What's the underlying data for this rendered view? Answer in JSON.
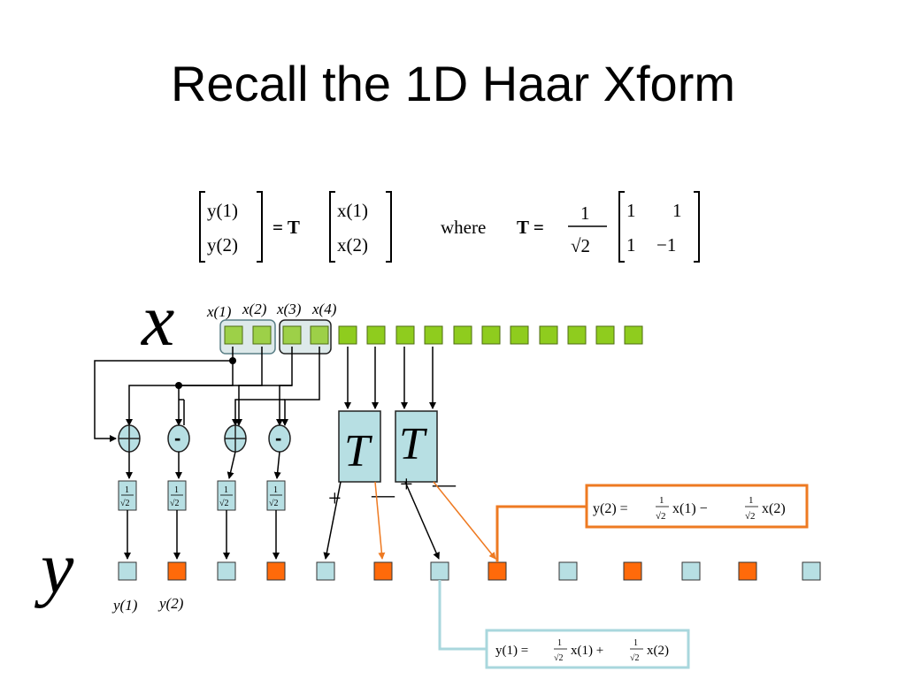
{
  "title": "Recall the 1D Haar Xform",
  "equation": {
    "lhs_top": "y(1)",
    "lhs_bottom": "y(2)",
    "equals": "= T",
    "rhs_top": "x(1)",
    "rhs_bottom": "x(2)",
    "where": "where",
    "T_def": "T =",
    "frac_num": "1",
    "frac_den": "√2",
    "m11": "1",
    "m12": "1",
    "m21": "1",
    "m22": "−1"
  },
  "labels": {
    "x_big": "x",
    "y_big": "y",
    "x1": "x(1)",
    "x2": "x(2)",
    "x3": "x(3)",
    "x4": "x(4)",
    "y1": "y(1)",
    "y2": "y(2)",
    "T1": "T",
    "T2": "T",
    "minus_a": "-",
    "minus_b": "-",
    "scale_num": "1",
    "scale_den": "√2",
    "t1_plus": "+",
    "t1_minus": "—",
    "t2_plus": "+",
    "t2_minus": "—"
  },
  "callouts": {
    "y2_formula": "y(2) = ½√2 x(1) − ½√2 x(2)",
    "y1_formula": "y(1) = ½√2 x(1) + ½√2 x(2)",
    "y2_lhs": "y(2) =",
    "y2_mid": "x(1) −",
    "y2_end": "x(2)",
    "y1_lhs": "y(1) =",
    "y1_mid": "x(1) +",
    "y1_end": "x(2)"
  },
  "colors": {
    "green": "#8fcc1e",
    "green_light": "#9dd048",
    "blue_light": "#b7dfe3",
    "orange": "#ff6a0a",
    "callout_orange": "#ee7a22",
    "callout_blue": "#a9d7dd"
  }
}
